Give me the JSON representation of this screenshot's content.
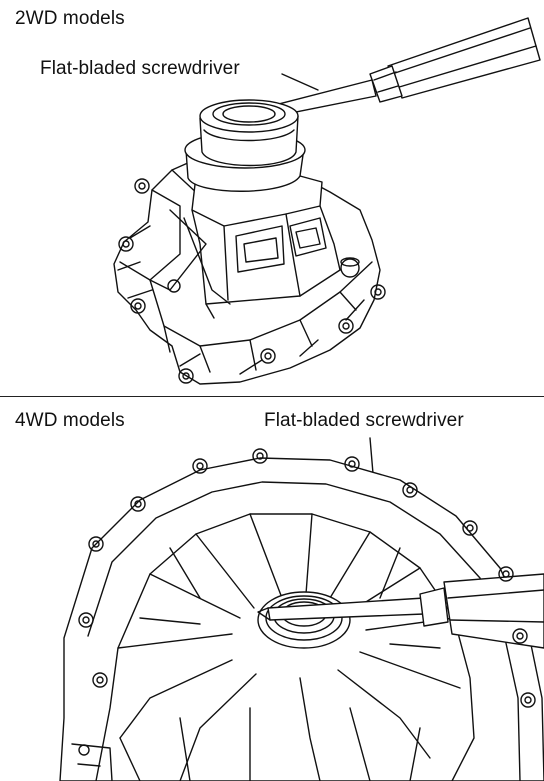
{
  "figure": {
    "top_panel": {
      "heading": "2WD models",
      "callout": "Flat-bladed screwdriver"
    },
    "bottom_panel": {
      "heading": "4WD models",
      "callout": "Flat-bladed screwdriver"
    }
  }
}
